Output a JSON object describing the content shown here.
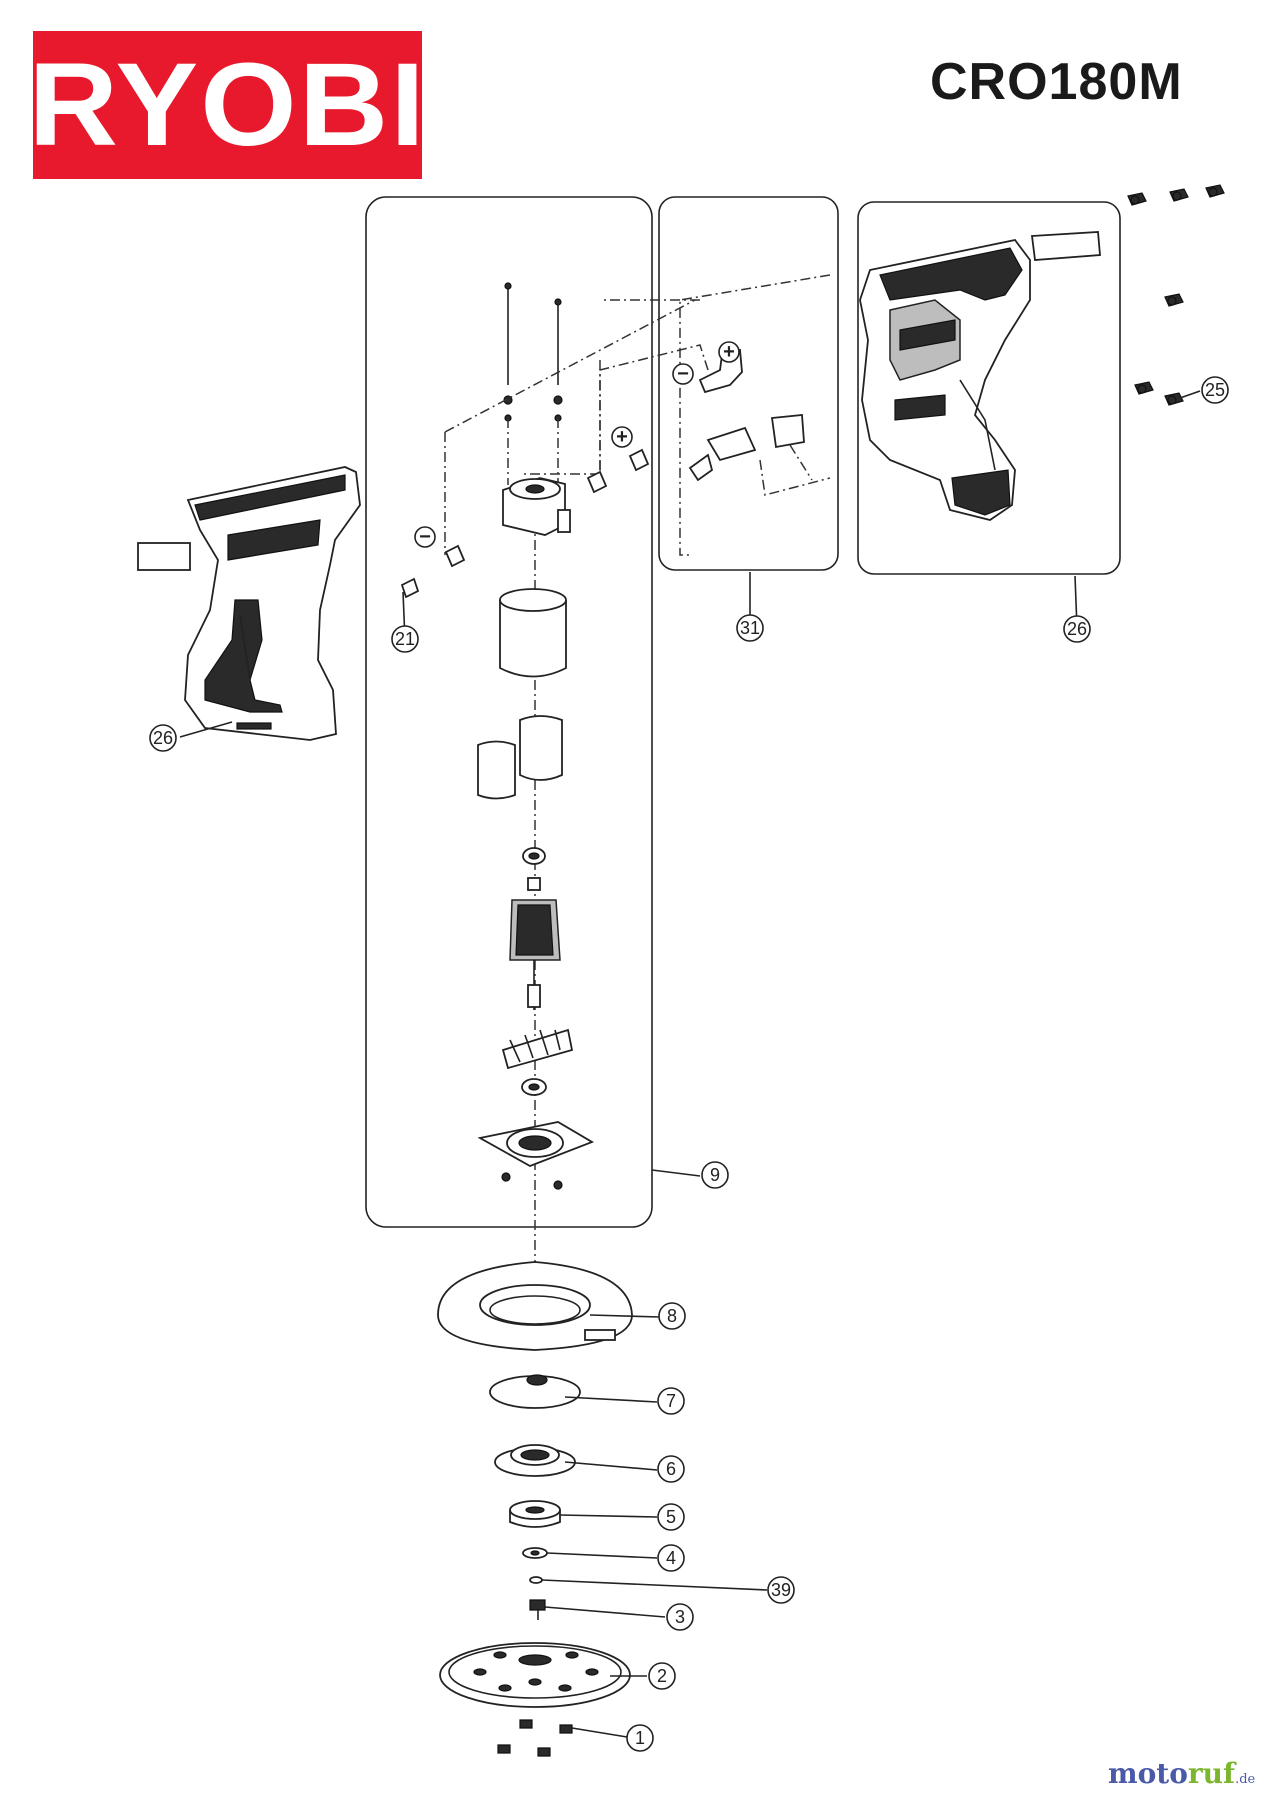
{
  "header": {
    "brand_logo_text": "RYOBI",
    "model": "CRO180M"
  },
  "watermark": {
    "part1": "moto",
    "part2": "ruf",
    "part3": ".de"
  },
  "callouts": {
    "c26a": "26",
    "c21": "21",
    "c31": "31",
    "c26b": "26",
    "c25": "25",
    "c9": "9",
    "c8": "8",
    "c7": "7",
    "c6": "6",
    "c5": "5",
    "c4": "4",
    "c39": "39",
    "c3": "3",
    "c2": "2",
    "c1": "1"
  },
  "polarity": {
    "minus": "−",
    "plus": "+"
  }
}
